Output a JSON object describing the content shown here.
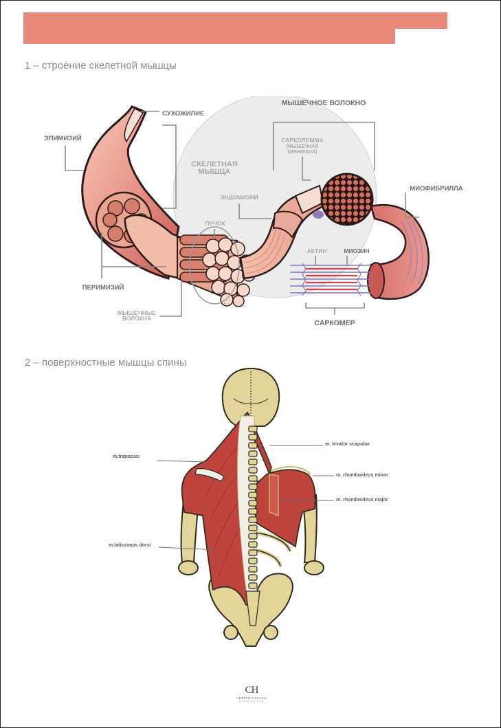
{
  "headings": {
    "section1": "1 – строение скелетной мышцы",
    "section2": "2 – поверхностные мышцы спины"
  },
  "muscle_structure": {
    "labels": {
      "tendon": "СУХОЖИЛИЕ",
      "epimysium": "ЭПИМИЗИЙ",
      "skeletal_muscle_1": "СКЕЛЕТНАЯ",
      "skeletal_muscle_2": "МЫШЦА",
      "muscle_fiber_title": "МЫШЕЧНОЕ ВОЛОКНО",
      "sarcolemma_1": "САРКОЛЕММА",
      "sarcolemma_2": "(МЫШЕЧНАЯ",
      "sarcolemma_3": "МЕМБРАНА)",
      "endomysium": "ЭНДОМИЗИЙ",
      "myofibril": "МИОФИБРИЛЛА",
      "bundle": "ПУЧОК",
      "actin": "АКТИН",
      "myosin": "МИОЗИН",
      "perimysium": "ПЕРИМИЗИЙ",
      "muscle_fibers_1": "МЫШЕЧНЫЕ",
      "muscle_fibers_2": "ВОЛОКНА",
      "sarcomere": "САРКОМЕР"
    }
  },
  "back_muscles": {
    "labels": {
      "trapezius": "m.trapezius",
      "levator_scapulae": "m. levator scapulae",
      "rhomboideus_minor": "m. rhomboideus minor",
      "rhomboideus_major": "m. rhomboideus major",
      "latissimus_dorsi": "m.latissimus dorsi"
    }
  },
  "logo": {
    "monogram": "CH",
    "name": "CHRISTOVSKAYA",
    "tagline": "FITNESS & HEALTH"
  },
  "colors": {
    "banner": "#e98a7a",
    "muscle": "#c0443e",
    "muscle_light": "#f2b8a6",
    "bone": "#e3d49a",
    "line": "#8a8a8a"
  }
}
